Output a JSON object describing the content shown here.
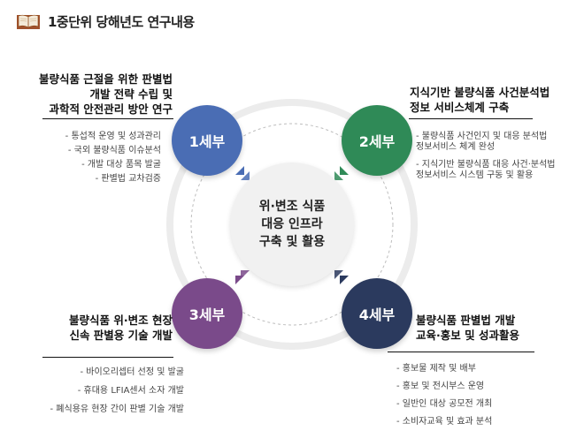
{
  "header": {
    "title": "1중단위 당해년도 연구내용"
  },
  "center": {
    "lines": [
      "위·변조 식품",
      "대응 인프라",
      "구축 및 활용"
    ]
  },
  "units": [
    {
      "label": "1세부",
      "color": "#4a6db4",
      "heading": [
        "불량식품 근절을 위한 판별법",
        "개발 전략 수립 및",
        "과학적 안전관리 방안 연구"
      ],
      "items": [
        "- 통섭적 운영 및 성과관리",
        "- 국외 불량식품 이슈분석",
        "- 개발 대상 품목 발굴",
        "- 판별법 교차검증"
      ]
    },
    {
      "label": "2세부",
      "color": "#2f8a57",
      "heading": [
        "지식기반 불량식품 사건분석법",
        "정보 서비스체계 구축"
      ],
      "items": [
        "- 불량식품 사건인지 및 대응 분석법",
        "  정보서비스 체계 완성",
        "- 지식기반 불량식품 대응 사건·분석법",
        "  정보서비스 시스템 구동 및 활용"
      ]
    },
    {
      "label": "3세부",
      "color": "#7a4a8a",
      "heading": [
        "불량식품 위·변조 현장",
        "신속 판별용 기술 개발"
      ],
      "items": [
        "- 바이오리셉터 선정 및 발굴",
        "- 휴대용 LFIA센서 소자 개발",
        "- 폐식용유 현장 간이 판별 기술 개발"
      ]
    },
    {
      "label": "4세부",
      "color": "#2b3a5e",
      "heading": [
        "불량식품 판별법 개발",
        "교육·홍보 및 성과활용"
      ],
      "items": [
        "- 홍보물 제작 및 배부",
        "- 홍보 및 전시부스 운영",
        "- 일반인 대상 공모전 개최",
        "- 소비자교육 및 효과 분석"
      ]
    }
  ]
}
